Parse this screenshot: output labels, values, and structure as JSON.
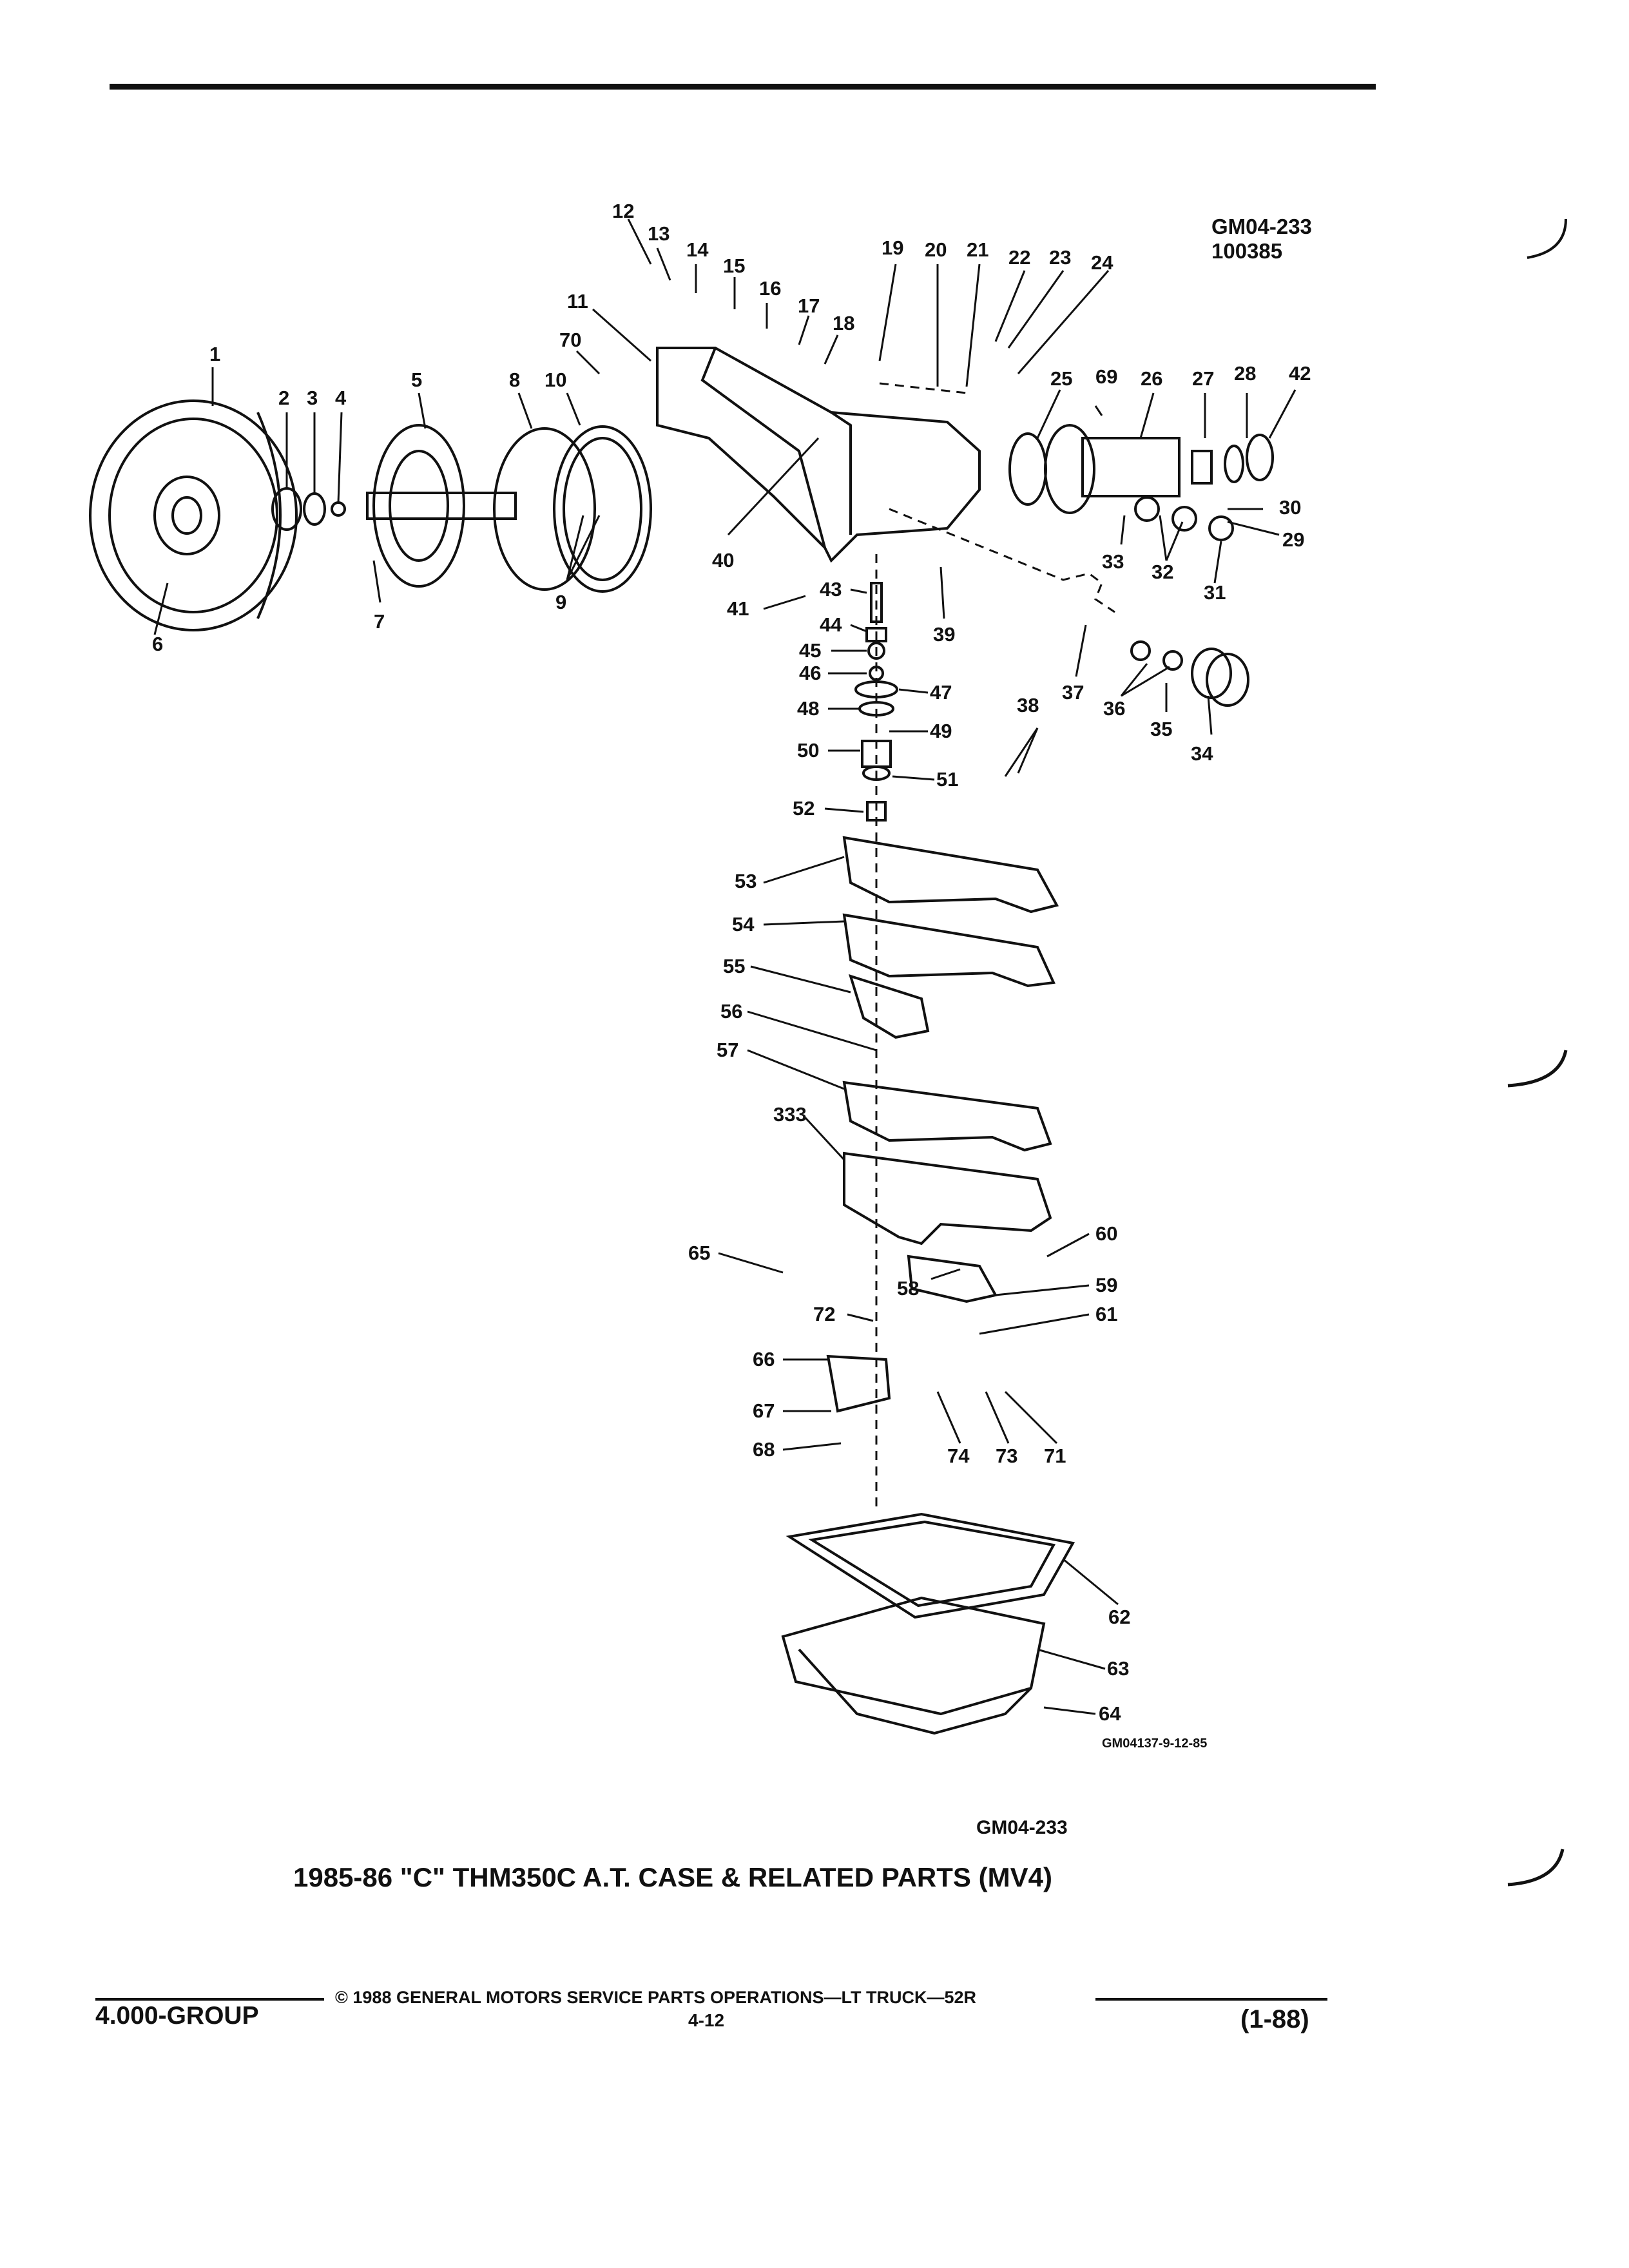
{
  "figure": {
    "code": "GM04-233",
    "code_number": "100385",
    "image_code": "GM04137-9-12-85",
    "figure_ref": "GM04-233",
    "caption": "1985-86 \"C\" THM350C A.T. CASE & RELATED PARTS (MV4)"
  },
  "callouts": [
    "1",
    "2",
    "3",
    "4",
    "5",
    "6",
    "7",
    "8",
    "9",
    "10",
    "11",
    "12",
    "13",
    "14",
    "15",
    "16",
    "17",
    "18",
    "19",
    "20",
    "21",
    "22",
    "23",
    "24",
    "25",
    "26",
    "27",
    "28",
    "29",
    "30",
    "31",
    "32",
    "33",
    "34",
    "35",
    "36",
    "37",
    "38",
    "39",
    "40",
    "41",
    "42",
    "43",
    "44",
    "45",
    "46",
    "47",
    "48",
    "49",
    "50",
    "51",
    "52",
    "53",
    "54",
    "55",
    "56",
    "57",
    "58",
    "59",
    "60",
    "61",
    "62",
    "63",
    "64",
    "65",
    "66",
    "67",
    "68",
    "69",
    "70",
    "71",
    "72",
    "73",
    "74",
    "333"
  ],
  "footer": {
    "copyright": "© 1988 GENERAL MOTORS SERVICE PARTS OPERATIONS—LT TRUCK—52R",
    "group": "4.000-GROUP",
    "page": "4-12",
    "date": "(1-88)"
  }
}
